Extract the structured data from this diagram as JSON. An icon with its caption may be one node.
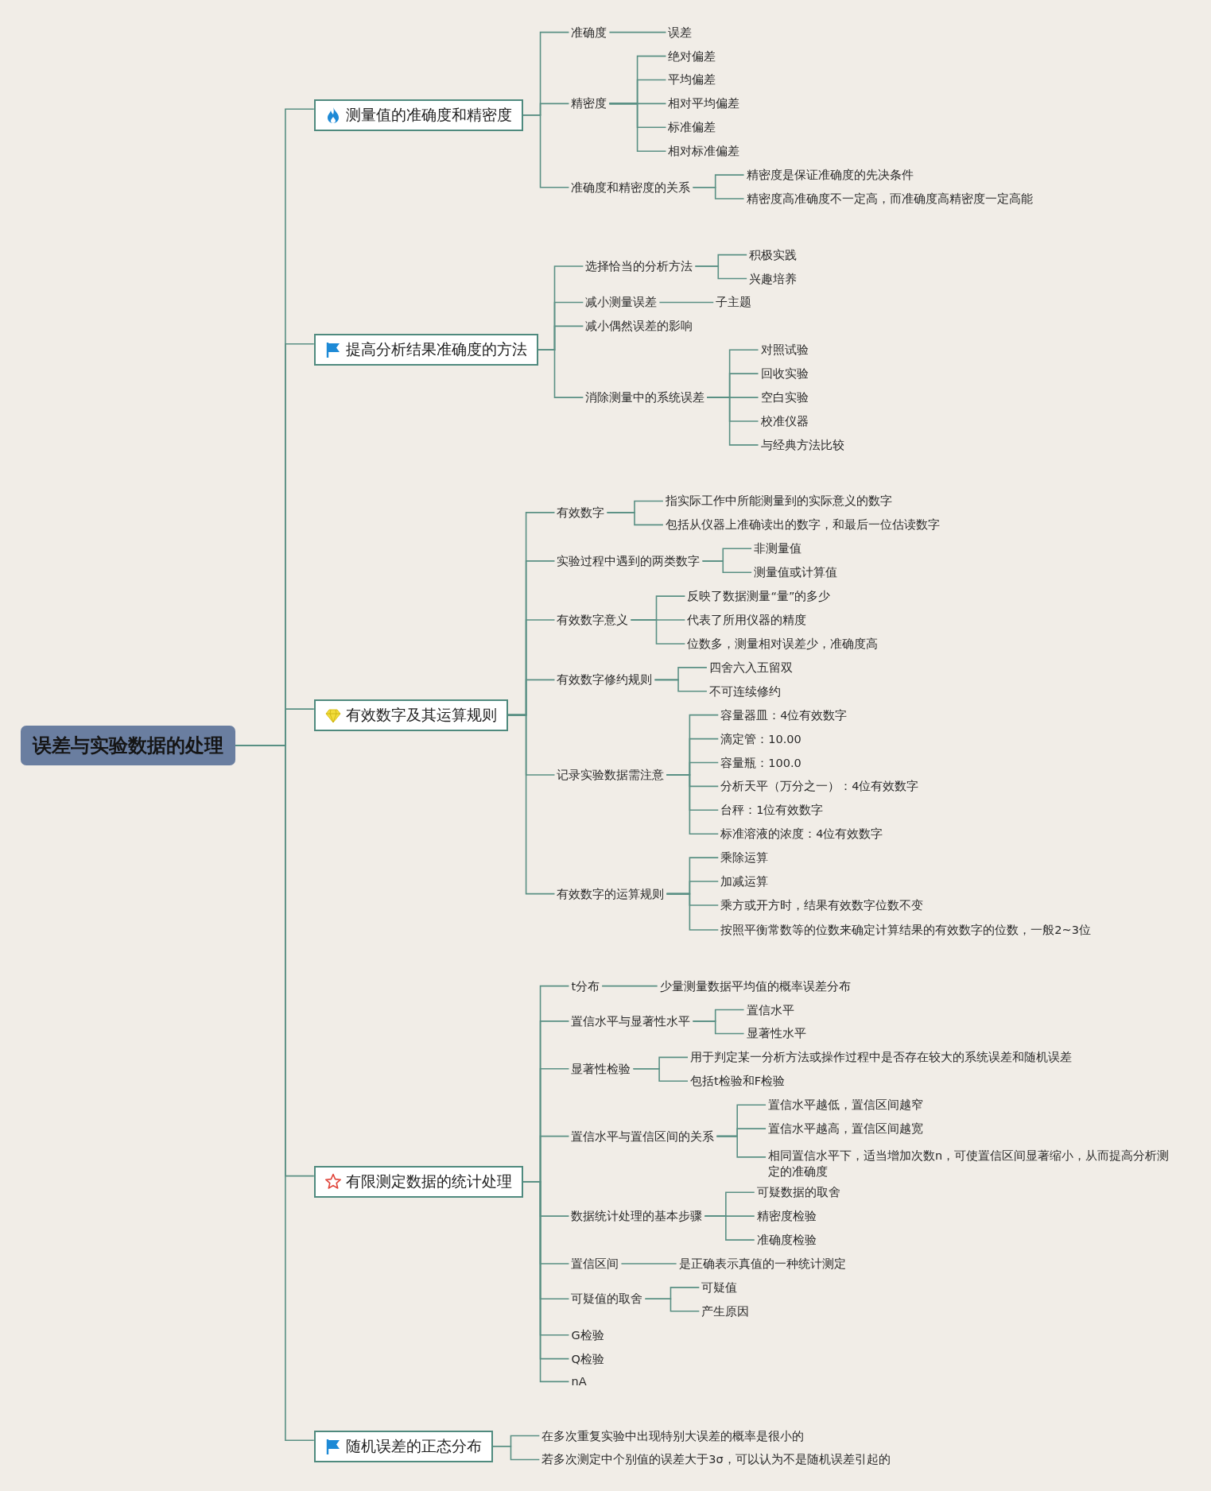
{
  "diagram": {
    "nodes": [
      {
        "text": [
          "误差与实验数据的处理"
        ]
      },
      {
        "text": [
          "测量值的准确度和精密度"
        ]
      },
      {
        "text": [
          "准确度"
        ]
      },
      {
        "text": [
          "误差"
        ]
      },
      {
        "text": [
          "精密度"
        ]
      },
      {
        "text": [
          "绝对偏差"
        ]
      },
      {
        "text": [
          "平均偏差"
        ]
      },
      {
        "text": [
          "相对平均偏差"
        ]
      },
      {
        "text": [
          "标准偏差"
        ]
      },
      {
        "text": [
          "相对标准偏差"
        ]
      },
      {
        "text": [
          "准确度和精密度的关系"
        ]
      },
      {
        "text": [
          "精密度是保证准确度的先决条件"
        ]
      },
      {
        "text": [
          "精密度高准确度不一定高，而准确度高精密度一定高能"
        ]
      },
      {
        "text": [
          "提高分析结果准确度的方法"
        ]
      },
      {
        "text": [
          "选择恰当的分析方法"
        ]
      },
      {
        "text": [
          "积极实践"
        ]
      },
      {
        "text": [
          "兴趣培养"
        ]
      },
      {
        "text": [
          "减小测量误差"
        ]
      },
      {
        "text": [
          "子主题"
        ]
      },
      {
        "text": [
          "减小偶然误差的影响"
        ]
      },
      {
        "text": [
          "消除测量中的系统误差"
        ]
      },
      {
        "text": [
          "对照试验"
        ]
      },
      {
        "text": [
          "回收实验"
        ]
      },
      {
        "text": [
          "空白实验"
        ]
      },
      {
        "text": [
          "校准仪器"
        ]
      },
      {
        "text": [
          "与经典方法比较"
        ]
      },
      {
        "text": [
          "有效数字及其运算规则"
        ]
      },
      {
        "text": [
          "有效数字"
        ]
      },
      {
        "text": [
          "指实际工作中所能测量到的实际意义的数字"
        ]
      },
      {
        "text": [
          "包括从仪器上准确读出的数字，和最后一位估读数字"
        ]
      },
      {
        "text": [
          "实验过程中遇到的两类数字"
        ]
      },
      {
        "text": [
          "非测量值"
        ]
      },
      {
        "text": [
          "测量值或计算值"
        ]
      },
      {
        "text": [
          "有效数字意义"
        ]
      },
      {
        "text": [
          "反映了数据测量“量”的多少"
        ]
      },
      {
        "text": [
          "代表了所用仪器的精度"
        ]
      },
      {
        "text": [
          "位数多，测量相对误差少，准确度高"
        ]
      },
      {
        "text": [
          "有效数字修约规则"
        ]
      },
      {
        "text": [
          "四舍六入五留双"
        ]
      },
      {
        "text": [
          "不可连续修约"
        ]
      },
      {
        "text": [
          "记录实验数据需注意"
        ]
      },
      {
        "text": [
          "容量器皿：4位有效数字"
        ]
      },
      {
        "text": [
          "滴定管：10.00"
        ]
      },
      {
        "text": [
          "容量瓶：100.0"
        ]
      },
      {
        "text": [
          "分析天平（万分之一）：4位有效数字"
        ]
      },
      {
        "text": [
          "台秤：1位有效数字"
        ]
      },
      {
        "text": [
          "标准溶液的浓度：4位有效数字"
        ]
      },
      {
        "text": [
          "有效数字的运算规则"
        ]
      },
      {
        "text": [
          "乘除运算"
        ]
      },
      {
        "text": [
          "加减运算"
        ]
      },
      {
        "text": [
          "乘方或开方时，结果有效数字位数不变"
        ]
      },
      {
        "text": [
          "按照平衡常数等的位数来确定计算结果的有效数字的位数，一般2~3位"
        ]
      },
      {
        "text": [
          "有限测定数据的统计处理"
        ]
      },
      {
        "text": [
          "t分布"
        ]
      },
      {
        "text": [
          "少量测量数据平均值的概率误差分布"
        ]
      },
      {
        "text": [
          "置信水平与显著性水平"
        ]
      },
      {
        "text": [
          "置信水平"
        ]
      },
      {
        "text": [
          "显著性水平"
        ]
      },
      {
        "text": [
          "显著性检验"
        ]
      },
      {
        "text": [
          "用于判定某一分析方法或操作过程中是否存在较大的系统误差和随机误差"
        ]
      },
      {
        "text": [
          "包括t检验和F检验"
        ]
      },
      {
        "text": [
          "置信水平与置信区间的关系"
        ]
      },
      {
        "text": [
          "置信水平越低，置信区间越窄"
        ]
      },
      {
        "text": [
          "置信水平越高，置信区间越宽"
        ]
      },
      {
        "text": [
          "相同置信水平下，适当增加次数n，可使置信区间显著缩小，从而提高分析测定的准确度"
        ]
      },
      {
        "text": [
          "数据统计处理的基本步骤"
        ]
      },
      {
        "text": [
          "可疑数据的取舍"
        ]
      },
      {
        "text": [
          "精密度检验"
        ]
      },
      {
        "text": [
          "准确度检验"
        ]
      },
      {
        "text": [
          "置信区间"
        ]
      },
      {
        "text": [
          "是正确表示真值的一种统计测定"
        ]
      },
      {
        "text": [
          "可疑值的取舍"
        ]
      },
      {
        "text": [
          "可疑值"
        ]
      },
      {
        "text": [
          "产生原因"
        ]
      },
      {
        "text": [
          "G检验"
        ]
      },
      {
        "text": [
          "Q检验"
        ]
      },
      {
        "text": [
          "nA"
        ]
      },
      {
        "text": [
          "随机误差的正态分布"
        ]
      },
      {
        "text": [
          "在多次重复实验中出现特别大误差的概率是很小的"
        ]
      },
      {
        "text": [
          "若多次测定中个别值的误差大于3σ，可以认为不是随机误差引起的"
        ]
      }
    ],
    "edges": [
      {
        "from": 0,
        "to": 1,
        "arrow": "none"
      },
      {
        "from": 1,
        "to": 2,
        "arrow": "none"
      },
      {
        "from": 2,
        "to": 3,
        "arrow": "none"
      },
      {
        "from": 1,
        "to": 4,
        "arrow": "none"
      },
      {
        "from": 4,
        "to": 5,
        "arrow": "none"
      },
      {
        "from": 4,
        "to": 6,
        "arrow": "none"
      },
      {
        "from": 4,
        "to": 7,
        "arrow": "none"
      },
      {
        "from": 4,
        "to": 8,
        "arrow": "none"
      },
      {
        "from": 4,
        "to": 9,
        "arrow": "none"
      },
      {
        "from": 1,
        "to": 10,
        "arrow": "none"
      },
      {
        "from": 10,
        "to": 11,
        "arrow": "none"
      },
      {
        "from": 10,
        "to": 12,
        "arrow": "none"
      },
      {
        "from": 0,
        "to": 13,
        "arrow": "none"
      },
      {
        "from": 13,
        "to": 14,
        "arrow": "none"
      },
      {
        "from": 14,
        "to": 15,
        "arrow": "none"
      },
      {
        "from": 14,
        "to": 16,
        "arrow": "none"
      },
      {
        "from": 13,
        "to": 17,
        "arrow": "none"
      },
      {
        "from": 17,
        "to": 18,
        "arrow": "none"
      },
      {
        "from": 13,
        "to": 19,
        "arrow": "none"
      },
      {
        "from": 13,
        "to": 20,
        "arrow": "none"
      },
      {
        "from": 20,
        "to": 21,
        "arrow": "none"
      },
      {
        "from": 20,
        "to": 22,
        "arrow": "none"
      },
      {
        "from": 20,
        "to": 23,
        "arrow": "none"
      },
      {
        "from": 20,
        "to": 24,
        "arrow": "none"
      },
      {
        "from": 20,
        "to": 25,
        "arrow": "none"
      },
      {
        "from": 0,
        "to": 26,
        "arrow": "none"
      },
      {
        "from": 26,
        "to": 27,
        "arrow": "none"
      },
      {
        "from": 27,
        "to": 28,
        "arrow": "none"
      },
      {
        "from": 27,
        "to": 29,
        "arrow": "none"
      },
      {
        "from": 26,
        "to": 30,
        "arrow": "none"
      },
      {
        "from": 30,
        "to": 31,
        "arrow": "none"
      },
      {
        "from": 30,
        "to": 32,
        "arrow": "none"
      },
      {
        "from": 26,
        "to": 33,
        "arrow": "none"
      },
      {
        "from": 33,
        "to": 34,
        "arrow": "none"
      },
      {
        "from": 33,
        "to": 35,
        "arrow": "none"
      },
      {
        "from": 33,
        "to": 36,
        "arrow": "none"
      },
      {
        "from": 26,
        "to": 37,
        "arrow": "none"
      },
      {
        "from": 37,
        "to": 38,
        "arrow": "none"
      },
      {
        "from": 37,
        "to": 39,
        "arrow": "none"
      },
      {
        "from": 26,
        "to": 40,
        "arrow": "none"
      },
      {
        "from": 40,
        "to": 41,
        "arrow": "none"
      },
      {
        "from": 40,
        "to": 42,
        "arrow": "none"
      },
      {
        "from": 40,
        "to": 43,
        "arrow": "none"
      },
      {
        "from": 40,
        "to": 44,
        "arrow": "none"
      },
      {
        "from": 40,
        "to": 45,
        "arrow": "none"
      },
      {
        "from": 40,
        "to": 46,
        "arrow": "none"
      },
      {
        "from": 26,
        "to": 47,
        "arrow": "none"
      },
      {
        "from": 47,
        "to": 48,
        "arrow": "none"
      },
      {
        "from": 47,
        "to": 49,
        "arrow": "none"
      },
      {
        "from": 47,
        "to": 50,
        "arrow": "none"
      },
      {
        "from": 47,
        "to": 51,
        "arrow": "none"
      },
      {
        "from": 0,
        "to": 52,
        "arrow": "none"
      },
      {
        "from": 52,
        "to": 53,
        "arrow": "none"
      },
      {
        "from": 53,
        "to": 54,
        "arrow": "none"
      },
      {
        "from": 52,
        "to": 55,
        "arrow": "none"
      },
      {
        "from": 55,
        "to": 56,
        "arrow": "none"
      },
      {
        "from": 55,
        "to": 57,
        "arrow": "none"
      },
      {
        "from": 52,
        "to": 58,
        "arrow": "none"
      },
      {
        "from": 58,
        "to": 59,
        "arrow": "none"
      },
      {
        "from": 58,
        "to": 60,
        "arrow": "none"
      },
      {
        "from": 52,
        "to": 61,
        "arrow": "none"
      },
      {
        "from": 61,
        "to": 62,
        "arrow": "none"
      },
      {
        "from": 61,
        "to": 63,
        "arrow": "none"
      },
      {
        "from": 61,
        "to": 64,
        "arrow": "none"
      },
      {
        "from": 52,
        "to": 65,
        "arrow": "none"
      },
      {
        "from": 65,
        "to": 66,
        "arrow": "none"
      },
      {
        "from": 65,
        "to": 67,
        "arrow": "none"
      },
      {
        "from": 65,
        "to": 68,
        "arrow": "none"
      },
      {
        "from": 52,
        "to": 69,
        "arrow": "none"
      },
      {
        "from": 69,
        "to": 70,
        "arrow": "none"
      },
      {
        "from": 52,
        "to": 71,
        "arrow": "none"
      },
      {
        "from": 71,
        "to": 72,
        "arrow": "none"
      },
      {
        "from": 71,
        "to": 73,
        "arrow": "none"
      },
      {
        "from": 52,
        "to": 74,
        "arrow": "none"
      },
      {
        "from": 52,
        "to": 75,
        "arrow": "none"
      },
      {
        "from": 52,
        "to": 76,
        "arrow": "none"
      },
      {
        "from": 0,
        "to": 77,
        "arrow": "none"
      },
      {
        "from": 77,
        "to": 78,
        "arrow": "none"
      },
      {
        "from": 77,
        "to": 79,
        "arrow": "none"
      }
    ]
  }
}
